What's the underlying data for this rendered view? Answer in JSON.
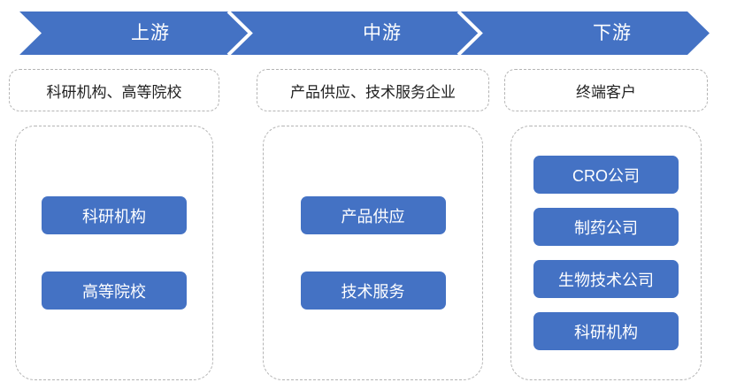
{
  "theme": {
    "accent_blue": "#4472C4",
    "dashed_border_gray": "#b4b4b4",
    "text_dark": "#222222",
    "text_on_accent": "#ffffff",
    "background": "#ffffff"
  },
  "banner": {
    "stages": [
      {
        "label": "上游"
      },
      {
        "label": "中游"
      },
      {
        "label": "下游"
      }
    ]
  },
  "columns": [
    {
      "key": "upstream",
      "role_label": "科研机构、高等院校",
      "items": [
        "科研机构",
        "高等院校"
      ]
    },
    {
      "key": "midstream",
      "role_label": "产品供应、技术服务企业",
      "items": [
        "产品供应",
        "技术服务"
      ]
    },
    {
      "key": "downstream",
      "role_label": "终端客户",
      "items": [
        "CRO公司",
        "制药公司",
        "生物技术公司",
        "科研机构"
      ]
    }
  ]
}
